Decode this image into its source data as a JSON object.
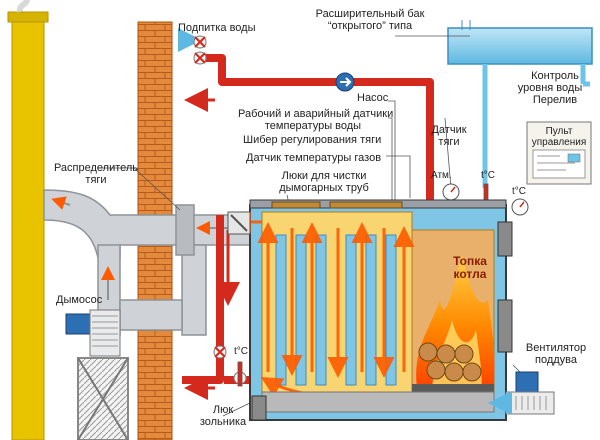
{
  "labels": {
    "water_supply": "Подпитка воды",
    "expansion_tank_1": "Расширительный бак",
    "expansion_tank_2": "“открытого” типа",
    "level_control_1": "Контроль",
    "level_control_2": "уровня воды",
    "overflow": "Перелив",
    "pump": "Насос",
    "water_temp_sensor_1": "Рабочий и аварийный датчики",
    "water_temp_sensor_2": "температуры воды",
    "draft_damper": "Шибер регулирования тяги",
    "gas_temp_sensor": "Датчик температуры газов",
    "draft_sensor_1": "Датчик",
    "draft_sensor_2": "тяги",
    "control_panel_1": "Пульт",
    "control_panel_2": "управления",
    "atm": "Атм.",
    "temp_1": "t°C",
    "temp_2": "t°C",
    "temp_3": "t°C",
    "draft_distributor_1": "Распределитель",
    "draft_distributor_2": "тяги",
    "cleaning_hatches_1": "Люки для чистки",
    "cleaning_hatches_2": "дымогарных труб",
    "firebox_1": "Топка",
    "firebox_2": "котла",
    "smoke_exhauster": "Дымосос",
    "fan_1": "Вентилятор",
    "fan_2": "поддува",
    "ash_hatch_1": "Люк",
    "ash_hatch_2": "зольника"
  },
  "colors": {
    "hot_water": "#d42a1e",
    "cold_water": "#6cc4e8",
    "smoke": "#c9ccd0",
    "chimney": "#e8c300",
    "brick": "#e07a2e",
    "fire": "#ff6a00"
  }
}
